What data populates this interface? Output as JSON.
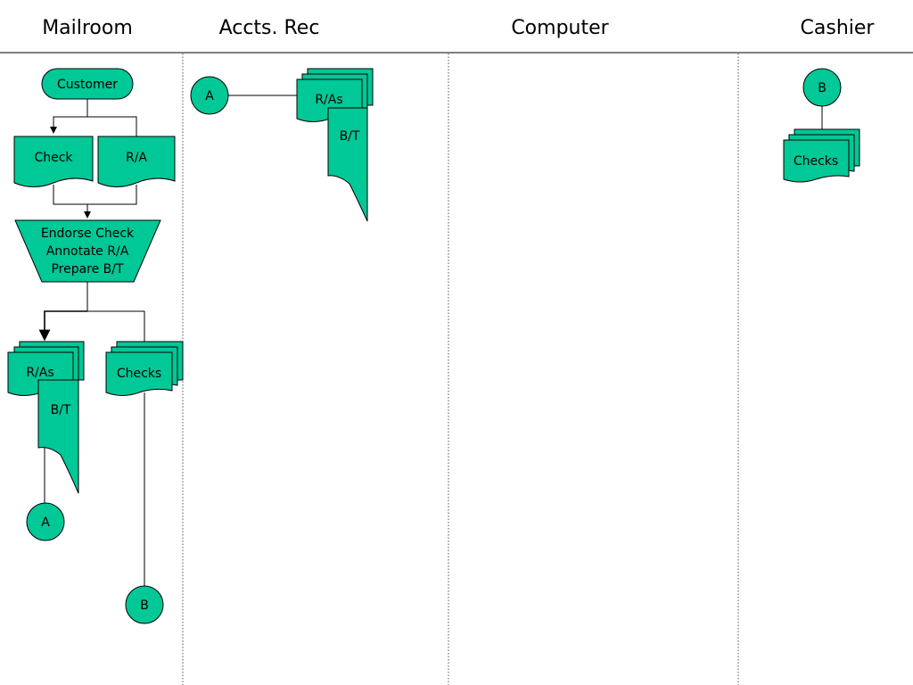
{
  "colors": {
    "shape_fill": "#00C896",
    "line": "#000000"
  },
  "lanes": {
    "mailroom": "Mailroom",
    "accts_rec": "Accts. Rec",
    "computer": "Computer",
    "cashier": "Cashier"
  },
  "mailroom": {
    "customer": "Customer",
    "check": "Check",
    "ra": "R/A",
    "process_lines": [
      "Endorse Check",
      "Annotate R/A",
      "Prepare B/T"
    ],
    "ras_file": "R/As",
    "bt_doc": "B/T",
    "checks_file": "Checks",
    "connector_a": "A",
    "connector_b": "B"
  },
  "accts_rec": {
    "connector_a": "A",
    "ras_file": "R/As",
    "bt_doc": "B/T"
  },
  "cashier": {
    "connector_b": "B",
    "checks_file": "Checks"
  }
}
